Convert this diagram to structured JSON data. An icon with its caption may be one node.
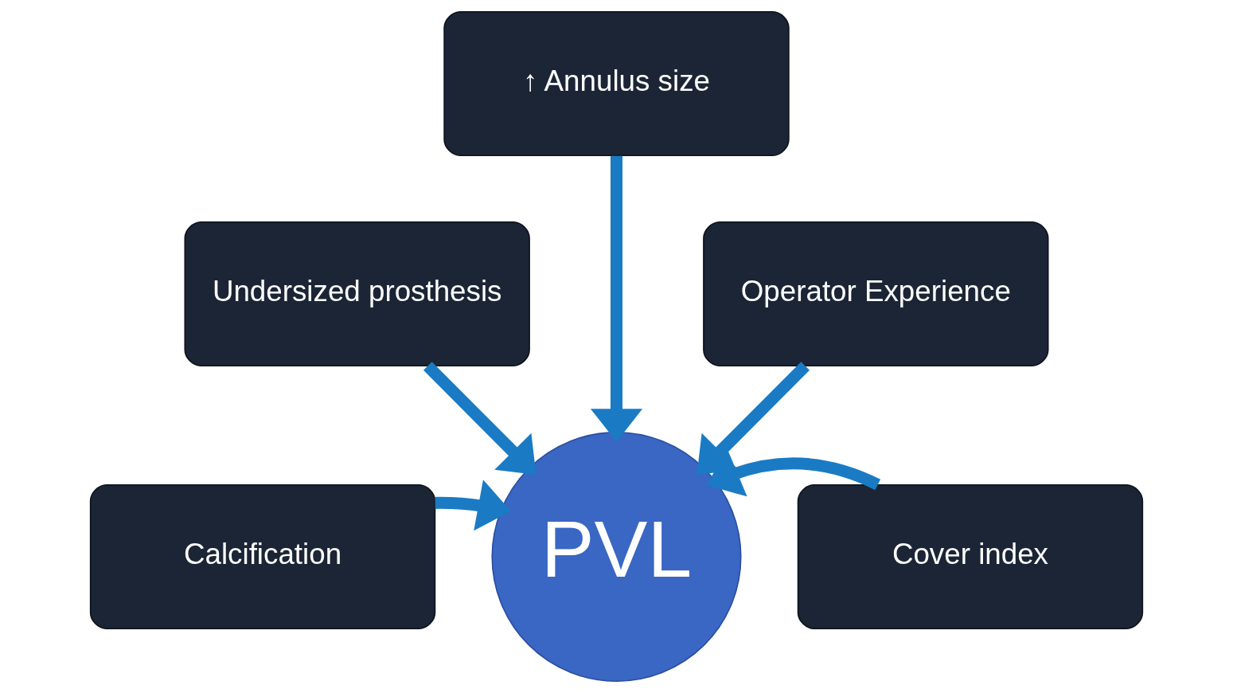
{
  "diagram": {
    "nodes": [
      {
        "text": [
          "↑ Annulus size"
        ]
      },
      {
        "text": [
          "Undersized prosthesis"
        ]
      },
      {
        "text": [
          "Operator Experience"
        ]
      },
      {
        "text": [
          "Calcification"
        ]
      },
      {
        "text": [
          "PVL"
        ]
      },
      {
        "text": [
          "Cover index"
        ]
      }
    ],
    "edges": [
      {
        "from": 0,
        "to": 4,
        "arrow": "to"
      },
      {
        "from": 1,
        "to": 4,
        "arrow": "to"
      },
      {
        "from": 2,
        "to": 4,
        "arrow": "to"
      },
      {
        "from": 3,
        "to": 4,
        "arrow": "to"
      },
      {
        "from": 5,
        "to": 4,
        "arrow": "to"
      }
    ]
  }
}
